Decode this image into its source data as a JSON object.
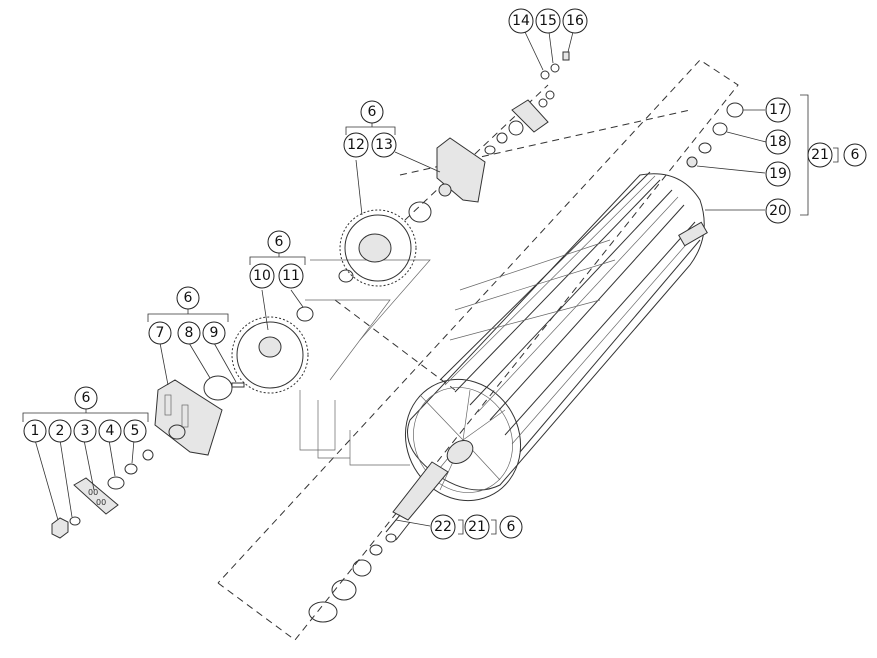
{
  "callouts": {
    "c1": "1",
    "c2": "2",
    "c3": "3",
    "c4": "4",
    "c5": "5",
    "c6a": "6",
    "c7": "7",
    "c8": "8",
    "c9": "9",
    "c6b": "6",
    "c10": "10",
    "c11": "11",
    "c6c": "6",
    "c12": "12",
    "c13": "13",
    "c6d": "6",
    "c14": "14",
    "c15": "15",
    "c16": "16",
    "c17": "17",
    "c18": "18",
    "c19": "19",
    "c20": "20",
    "c21a": "21",
    "c6e": "6",
    "c22": "22",
    "c21b": "21",
    "c6f": "6"
  }
}
